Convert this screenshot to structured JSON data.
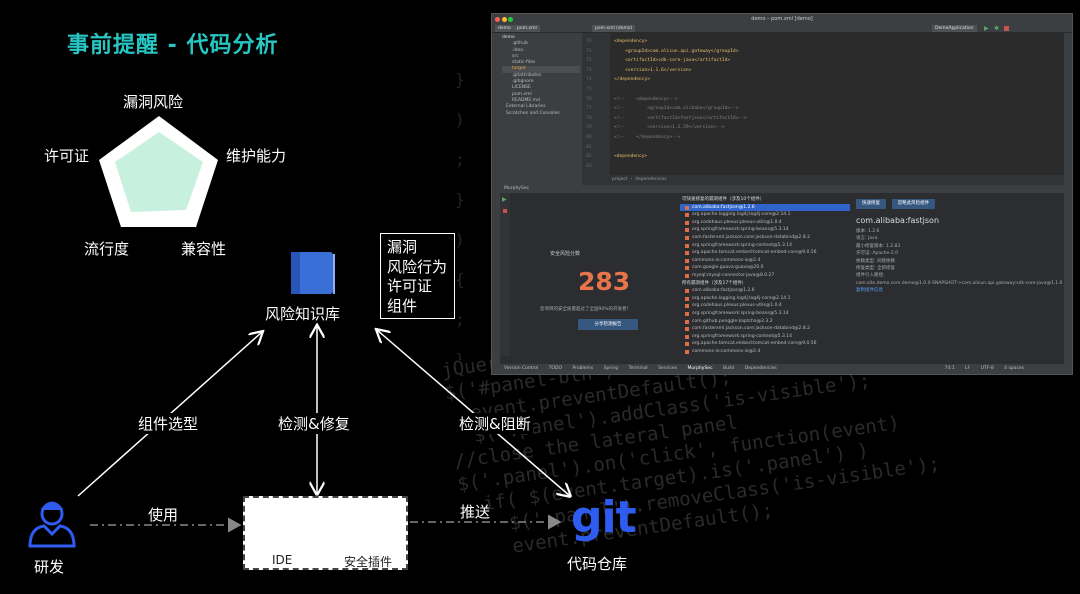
{
  "title": "事前提醒 - 代码分析",
  "radar": {
    "top": "漏洞风险",
    "left": "许可证",
    "right": "维护能力",
    "bottom_left": "流行度",
    "bottom_right": "兼容性"
  },
  "knowledge_base": "风险知识库",
  "note_lines": [
    "漏洞",
    "风险行为",
    "许可证",
    "组件"
  ],
  "edges": {
    "select": "组件选型",
    "detect_fix": "检测&修复",
    "detect_block": "检测&阻断",
    "use": "使用",
    "push": "推送"
  },
  "developer": "研发",
  "ide_label": "IDE",
  "plugin_label": "安全插件",
  "git_logo": "git",
  "repo_label": "代码仓库",
  "colors": {
    "title": "#27c6c2",
    "accent_blue": "#2f5cf0",
    "plugin_pink": "#e0249a",
    "radar_fill": "#c8f0de"
  },
  "ide": {
    "window_title": "demo – pom.xml [demo]",
    "project_name": "demo",
    "file_tab": "pom.xml",
    "editor_tab": "pom.xml (demo)",
    "run_config": "DemoApplication",
    "tree": [
      ".github",
      ".idea",
      "src",
      "static-files",
      "target",
      ".gitattributes",
      ".gitignore",
      "LICENSE",
      "pom.xml",
      "README.md",
      "External Libraries",
      "Scratches and Consoles"
    ],
    "line_numbers": [
      "70",
      "71",
      "72",
      "73",
      "74",
      "75",
      "76",
      "77",
      "78",
      "79",
      "80",
      "81",
      "82",
      "83"
    ],
    "code_lines": [
      "<dependency>",
      "    <groupId>com.alicun.api.gateway</groupId>",
      "    <artifactId>sdk-core-java</artifactId>",
      "    <version>1.1.6</version>",
      "</dependency>",
      "",
      "<!--    <dependency>-->",
      "<!--        <groupId>com.alibaba</groupId>-->",
      "<!--        <artifactId>fastjson</artifactId>-->",
      "<!--        <version>1.2.29</version>-->",
      "<!--    </dependency>-->",
      "",
      "<dependency>"
    ],
    "editor_footer": [
      "project",
      "dependencies"
    ],
    "panel_title": "MurphySec",
    "score_label": "安全风险分数",
    "score": "283",
    "score_desc": "您项目的安全质量超过了全国90%的开发者！",
    "share_button": "分享检测报告",
    "fixable_header": "可快速修复的漏洞组件（涉及10个组件）",
    "fixable": [
      "com.alibaba:fastjson@1.2.6",
      "org.apache.logging.log4j:log4j-core@2.14.1",
      "org.codehaus.plexus:plexus-utils@1.0.4",
      "org.springframework:spring-beans@5.3.14",
      "com.fasterxml.jackson.core:jackson-databind@2.8.2",
      "org.springframework:spring-context@5.3.14",
      "org.apache.tomcat.embed:tomcat-embed-core@9.0.56",
      "commons-io:commons-io@2.4",
      "com.google.guava:guava@20.0",
      "mysql:mysql-connector-java@8.0.27"
    ],
    "all_header": "所有漏洞组件（涉及17个组件）",
    "all": [
      "com.alibaba:fastjson@1.2.6",
      "org.apache.logging.log4j:log4j-core@2.14.1",
      "org.codehaus.plexus:plexus-utils@1.0.4",
      "org.springframework:spring-beans@5.3.14",
      "com.github.penggle:kaptcha@2.3.2",
      "com.fasterxml.jackson.core:jackson-databind@2.8.2",
      "org.springframework:spring-context@5.3.14",
      "org.apache.tomcat.embed:tomcat-embed-core@9.0.56",
      "commons-io:commons-io@2.4"
    ],
    "detail_buttons": [
      "快速修复",
      "忽略此风险组件"
    ],
    "detail_name": "com.alibaba:fastjson",
    "detail_rows": [
      "版本: 1.2.6",
      "语言: Java",
      "最小修复版本: 1.2.83",
      "许可证: Apache-2.0",
      "依赖类型: 间接依赖",
      "修复类型: 全新修复",
      "组件引入路径:",
      "com.site.demo.com.demo@1.0.0-SNAPSHOT->com.alicun.api.gateway:sdk-core-java@1.1.6",
      "复制组件信息"
    ],
    "status": [
      "Version Control",
      "TODO",
      "Problems",
      "Spring",
      "Terminal",
      "Services",
      "MurphySec",
      "Build",
      "Dependencies"
    ],
    "status_right": [
      "74:1",
      "LF",
      "UTF-8",
      "4 spaces"
    ]
  }
}
